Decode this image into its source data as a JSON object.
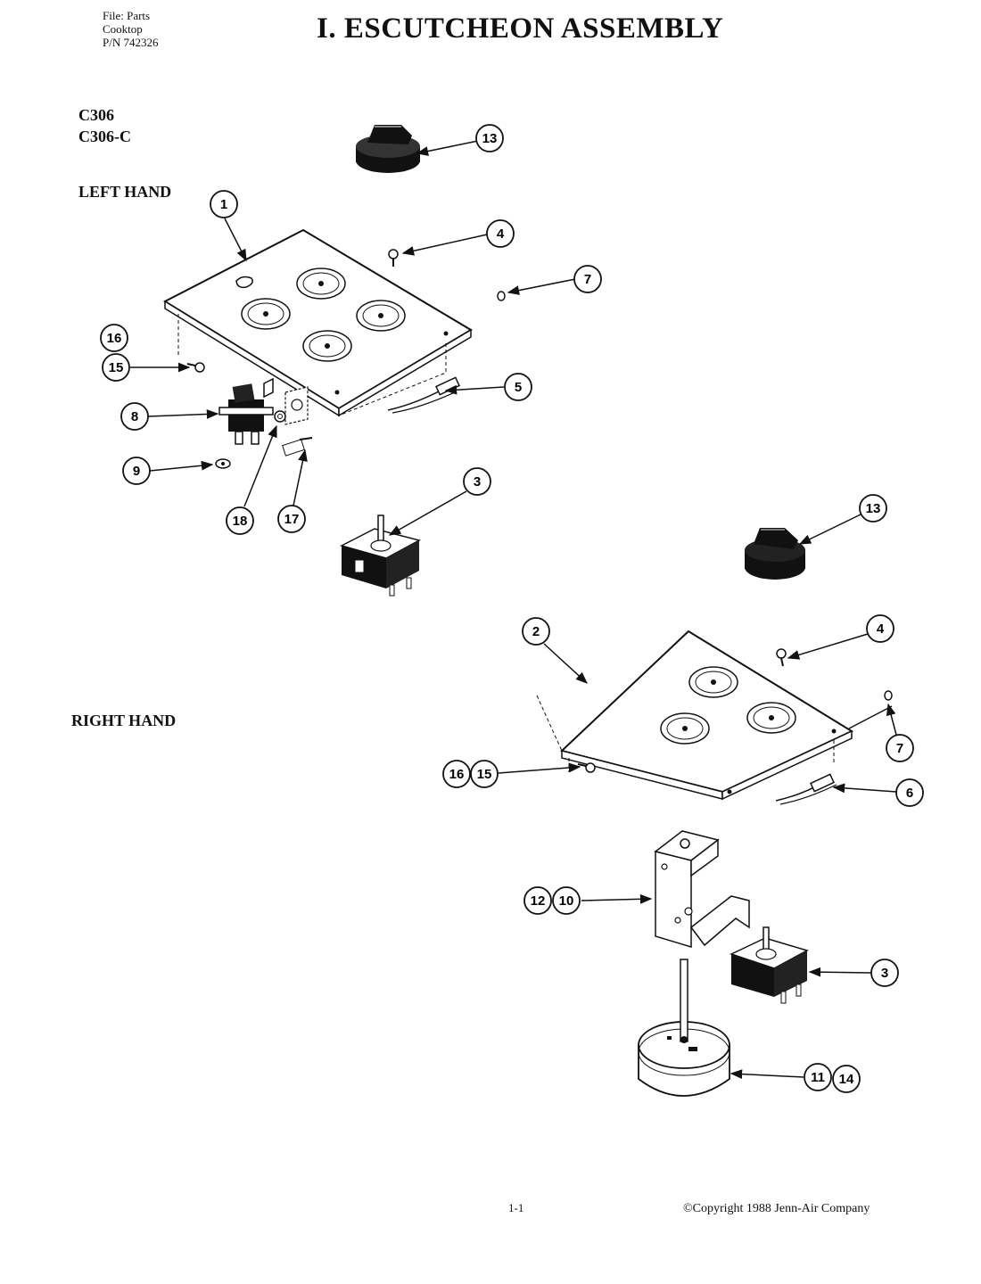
{
  "header": {
    "file_lines": [
      "File: Parts",
      "Cooktop",
      "P/N 742326"
    ],
    "title": "I. ESCUTCHEON ASSEMBLY"
  },
  "models": [
    "C306",
    "C306-C"
  ],
  "sections": {
    "left": "LEFT HAND",
    "right": "RIGHT HAND"
  },
  "callouts": {
    "c1": "1",
    "c2": "2",
    "c3a": "3",
    "c3b": "3",
    "c4a": "4",
    "c4b": "4",
    "c5": "5",
    "c6": "6",
    "c7a": "7",
    "c7b": "7",
    "c8": "8",
    "c9": "9",
    "c10": "10",
    "c11": "11",
    "c12": "12",
    "c13a": "13",
    "c13b": "13",
    "c14": "14",
    "c15a": "15",
    "c15b": "15",
    "c16a": "16",
    "c16b": "16",
    "c17": "17",
    "c18": "18"
  },
  "footer": {
    "page": "1-1",
    "copyright": "©Copyright 1988 Jenn-Air Company"
  }
}
